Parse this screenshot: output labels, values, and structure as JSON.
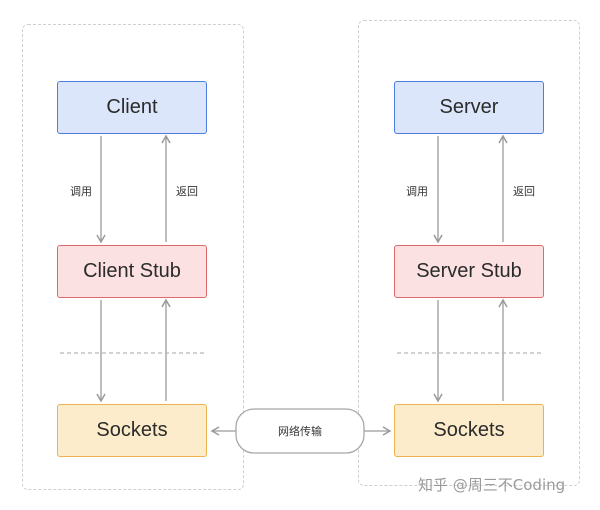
{
  "client_side": {
    "client_label": "Client",
    "stub_label": "Client Stub",
    "sockets_label": "Sockets",
    "call_label": "调用",
    "return_label": "返回"
  },
  "server_side": {
    "server_label": "Server",
    "stub_label": "Server Stub",
    "sockets_label": "Sockets",
    "call_label": "调用",
    "return_label": "返回"
  },
  "network": {
    "label": "网络传输"
  },
  "watermark": {
    "text": "知乎 @周三不Coding"
  },
  "colors": {
    "client_box": "#dbe6fb",
    "stub_box": "#fbe1e1",
    "sockets_box": "#fdeccb",
    "arrow": "#9a9a9a"
  }
}
